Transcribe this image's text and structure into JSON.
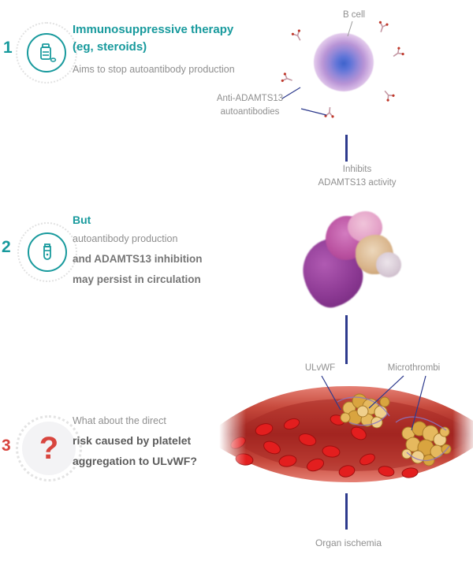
{
  "steps": [
    {
      "number": "1",
      "title_line1": "Immunosuppressive therapy",
      "title_line2": "(eg, steroids)",
      "description": "Aims to stop autoantibody production",
      "icon": "pill-bottle-icon"
    },
    {
      "number": "2",
      "lead": "But",
      "line1": "autoantibody production",
      "line2": "and ADAMTS13 inhibition",
      "line3": "may persist in circulation",
      "icon": "lab-vial-icon"
    },
    {
      "number": "3",
      "line1": "What about the direct",
      "line2": "risk caused by platelet",
      "line3": "aggregation to ULvWF?",
      "icon": "question-mark",
      "question_glyph": "?"
    }
  ],
  "annotations": {
    "b_cell": "B cell",
    "autoantibodies_line1": "Anti-ADAMTS13",
    "autoantibodies_line2": "autoantibodies",
    "inhibits_line1": "Inhibits",
    "inhibits_line2": "ADAMTS13 activity",
    "ulvwf": "ULvWF",
    "microthrombi": "Microthrombi",
    "outcome": "Organ ischemia"
  },
  "colors": {
    "teal": "#189a9d",
    "red": "#d8453e",
    "arrow_blue": "#2d3a8d",
    "gray_text": "#8f8f8f",
    "vessel_red": "#a31d1d",
    "thrombus_gold": "#e2b254",
    "vwf_purple": "#8a76c2"
  }
}
